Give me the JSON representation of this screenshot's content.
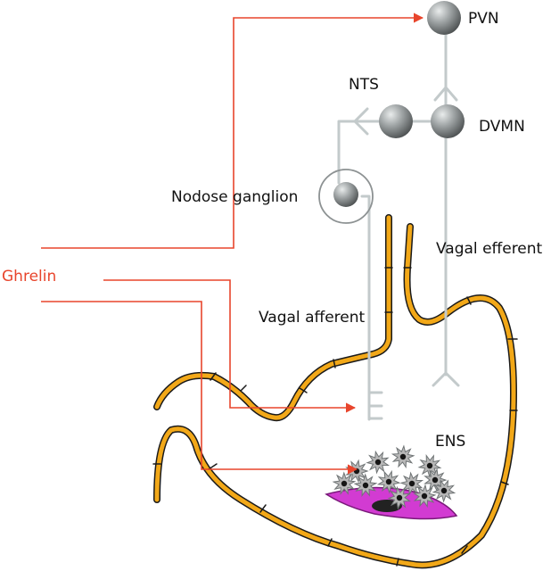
{
  "labels": {
    "pvn": "PVN",
    "nts": "NTS",
    "dvmn": "DVMN",
    "nodose": "Nodose ganglion",
    "ghrelin": "Ghrelin",
    "vagal_afferent": "Vagal afferent",
    "vagal_efferent": "Vagal efferent",
    "ens": "ENS"
  },
  "colors": {
    "pathway": "#e8452c",
    "nerve": "#c3cacb",
    "stomach_wall": "#f2a818",
    "stomach_edge": "#1a1a1a",
    "neuron": "#8d9293",
    "muscle_cell": "#d23bd2",
    "ens_cell": "#b7b7b7"
  }
}
